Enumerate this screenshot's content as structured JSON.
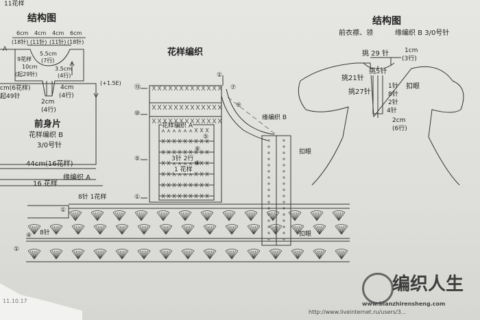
{
  "top_fragment": "11花样",
  "left": {
    "title": "结构图",
    "top_dims": [
      "6cm",
      "4cm",
      "4cm",
      "6cm"
    ],
    "top_stitches": [
      "(18针)",
      "(11针)",
      "(11针)",
      "(18针)"
    ],
    "a_marker": "A",
    "neck_depth": "5.5cm",
    "neck_rows": "(7行)",
    "side_st": "9花样",
    "side_h": "10cm",
    "side_rows": "(起29针)",
    "placket_h": "3.5cm",
    "placket_rows": "(4行)",
    "plus_rows": "(+1.5E)",
    "waist_w": "cm(6花样)",
    "waist_st": "起49针",
    "center_w": "4cm",
    "center_rows": "(4行)",
    "bottom_h": "2cm",
    "bottom_rows": "(4行)",
    "piece_name": "前身片",
    "pattern": "花样编织 B",
    "needle": "3/0号针",
    "width_total": "44cm(16花样)",
    "width_pattern": "16 花样",
    "edging": "缘编织 A"
  },
  "center": {
    "title": "花样编织",
    "row_labels": [
      "⑬",
      "⑩",
      "⑤",
      "①"
    ],
    "right_row_labels": [
      "⑦",
      "⑤",
      "⑤",
      "①",
      "⑥",
      "④"
    ],
    "pattern_a": "花样编织 A",
    "stitch_note": "3针 2行",
    "repeat_note": "1 花样",
    "edging_b": "缘编织 B",
    "buttonhole": "扣眼",
    "bottom_repeat": "8针 1花样",
    "bottom_marker": "①",
    "side_marker": "④",
    "side_repeat": "8针",
    "side_marker2": "①"
  },
  "right": {
    "title": "结构图",
    "subtitle": "前衣襟、领",
    "subtitle2": "缘编织 B  3/0号针",
    "pick1": "挑 29 针",
    "pick1_dim": "1cm",
    "pick1_rows": "(3行)",
    "pick2": "挑5针",
    "pick3": "挑21针",
    "pick4": "挑27针",
    "r1": "1针",
    "r2": "8针",
    "r3": "2针",
    "r4": "4针",
    "buttonhole": "扣眼",
    "bottom_w": "2cm",
    "bottom_st": "(6行)"
  },
  "watermark": {
    "brand": "编织人生",
    "site": "www.bianzhirensheng.com",
    "url": "http://www.liveinternet.ru/users/3...",
    "date": "11.10.17"
  }
}
